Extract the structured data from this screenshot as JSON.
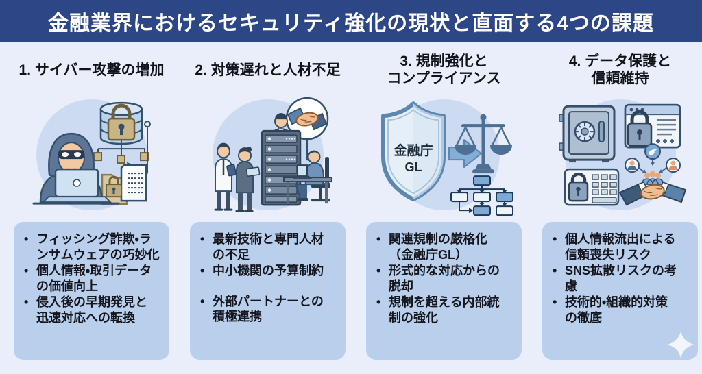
{
  "header": {
    "title": "金融業界におけるセキュリティ強化の現状と直面する4つの課題"
  },
  "columns": [
    {
      "id": "cyber-attacks",
      "title": "1. サイバー攻撃の増加",
      "illustration": "hacker-laptop-database-lock-phishing-hook",
      "bullets": [
        "フィッシング詐欺・ラ\nンサムウェアの巧妙化",
        "個人情報・取引データ\nの価値向上",
        "侵入後の早期発見と\n迅速対応への転換"
      ]
    },
    {
      "id": "talent-shortage",
      "title": "2. 対策遅れと人材不足",
      "illustration": "team-server-rack-partnership-handshake",
      "bullets": [
        "最新技術と専門人材\nの不足",
        "中小機関の予算制約",
        "外部パートナーとの\n積極連携"
      ]
    },
    {
      "id": "regulation-compliance",
      "title": "3. 規制強化と\nコンプライアンス",
      "illustration": "fsa-guideline-shield-scales-flowchart",
      "bullets": [
        "関連規制の厳格化\n（金融庁GL）",
        "形式的な対応からの\n脱却",
        "規制を超える内部統\n制の強化"
      ]
    },
    {
      "id": "data-protection",
      "title": "4. データ保護と\n信頼維持",
      "illustration": "safe-secure-browser-keypad-handshake-network",
      "bullets": [
        "個人情報流出による\n信頼喪失リスク",
        "SNS拡散リスクの考\n慮",
        "技術的・組織的対策\nの徹底"
      ]
    }
  ],
  "shield": {
    "line1": "金融庁",
    "line2": "GL"
  },
  "palette": {
    "header_bg": "#2d4685",
    "header_text": "#ffffff",
    "page_bg": "#e9eefa",
    "circle_bg": "#ccdbf2",
    "box_bg": "#b9cfeb",
    "body_text": "#15151e",
    "outline": "#33506e",
    "steel_blue": "#7fa9d2"
  }
}
